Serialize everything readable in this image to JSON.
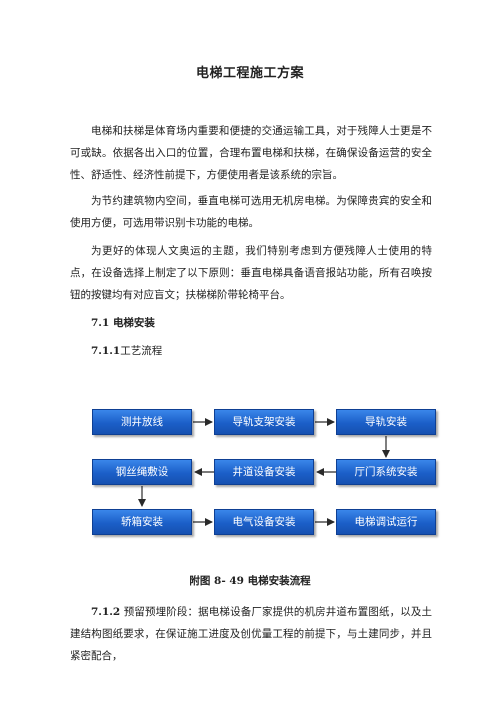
{
  "document": {
    "title": "电梯工程施工方案",
    "paragraphs": [
      "电梯和扶梯是体育场内重要和便捷的交通运输工具，对于残障人士更是不可或缺。依据各出入口的位置，合理布置电梯和扶梯，在确保设备运营的安全性、舒适性、经济性前提下，方便使用者是该系统的宗旨。",
      "为节约建筑物内空间，垂直电梯可选用无机房电梯。为保障贵宾的安全和使用方便，可选用带识别卡功能的电梯。",
      "为更好的体现人文奥运的主题，我们特别考虑到方便残障人士使用的特点，在设备选择上制定了以下原则：垂直电梯具备语音报站功能，所有召唤按钮的按键均有对应盲文；扶梯梯阶带轮椅平台。"
    ],
    "section_7_1": {
      "number": "7.1",
      "title": "电梯安装"
    },
    "section_7_1_1": {
      "number": "7.1.1",
      "title": "工艺流程"
    },
    "flowchart": {
      "steps": [
        "测井放线",
        "导轨支架安装",
        "导轨安装",
        "厅门系统安装",
        "井道设备安装",
        "钢丝绳敷设",
        "轿箱安装",
        "电气设备安装",
        "电梯调试运行"
      ],
      "box_color": "#1f63cc",
      "arrow_color": "#2a2a2a"
    },
    "figure_caption": "附图 8- 49 电梯安装流程",
    "section_7_1_2": {
      "number": "7.1.2",
      "text": "预留预埋阶段：据电梯设备厂家提供的机房井道布置图纸，以及土建结构图纸要求，在保证施工进度及创优量工程的前提下，与土建同步，并且紧密配合，"
    }
  }
}
